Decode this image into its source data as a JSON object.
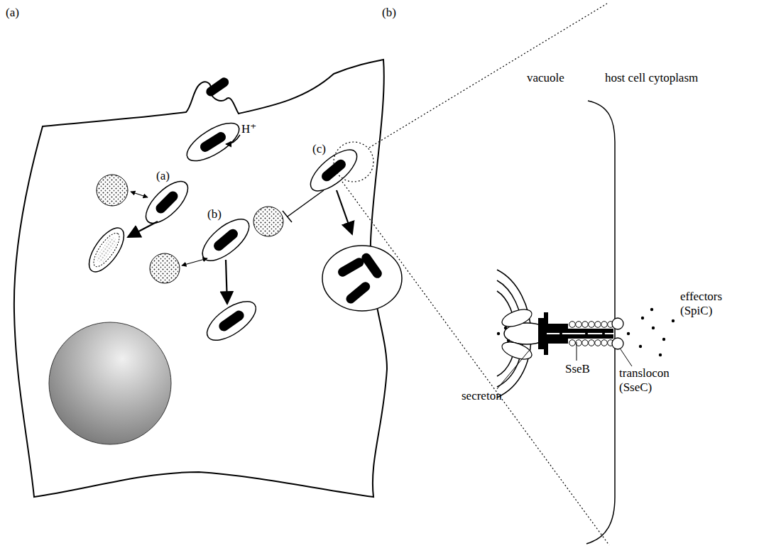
{
  "diagram": {
    "labels": [
      "(a)",
      "(b)",
      "(a)",
      "(b)",
      "(c)",
      "H⁺",
      "vacuole",
      "host cell cytoplasm",
      "secreton",
      "SseB",
      "translocon (SseC)",
      "effectors (SpiC)"
    ]
  }
}
